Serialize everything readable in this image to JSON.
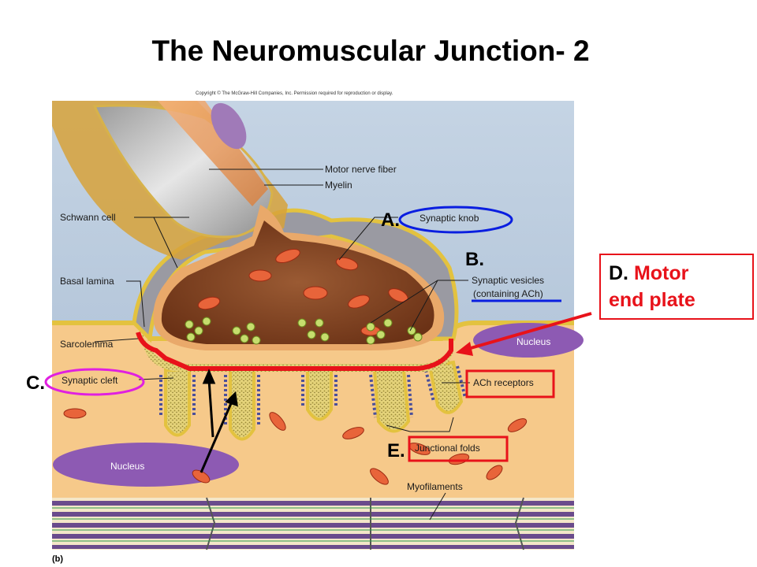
{
  "title": "The Neuromuscular Junction- 2",
  "copyright": "Copyright © The McGraw-Hill Companies, Inc. Permission required for reproduction or display.",
  "panel_label": "(b)",
  "labels": {
    "motor_nerve_fiber": "Motor nerve fiber",
    "myelin": "Myelin",
    "schwann_cell": "Schwann cell",
    "synaptic_knob": "Synaptic knob",
    "basal_lamina": "Basal lamina",
    "synaptic_vesicles_1": "Synaptic vesicles",
    "synaptic_vesicles_2": "(containing ACh)",
    "sarcolemma": "Sarcolemma",
    "nucleus_right": "Nucleus",
    "synaptic_cleft": "Synaptic cleft",
    "ach_receptors": "ACh receptors",
    "junctional_folds": "Junctional folds",
    "nucleus_left": "Nucleus",
    "myofilaments": "Myofilaments"
  },
  "markers": {
    "a": "A.",
    "b": "B.",
    "c": "C.",
    "d": "D.",
    "e": "E."
  },
  "callout": {
    "prefix": "D.",
    "line1": "Motor",
    "line2": "end plate"
  },
  "colors": {
    "highlight_blue": "#0a1ee0",
    "highlight_magenta": "#e020e0",
    "highlight_red": "#e8121a",
    "muscle": "#f6c98a",
    "background_blue": "#b7c9dc"
  }
}
